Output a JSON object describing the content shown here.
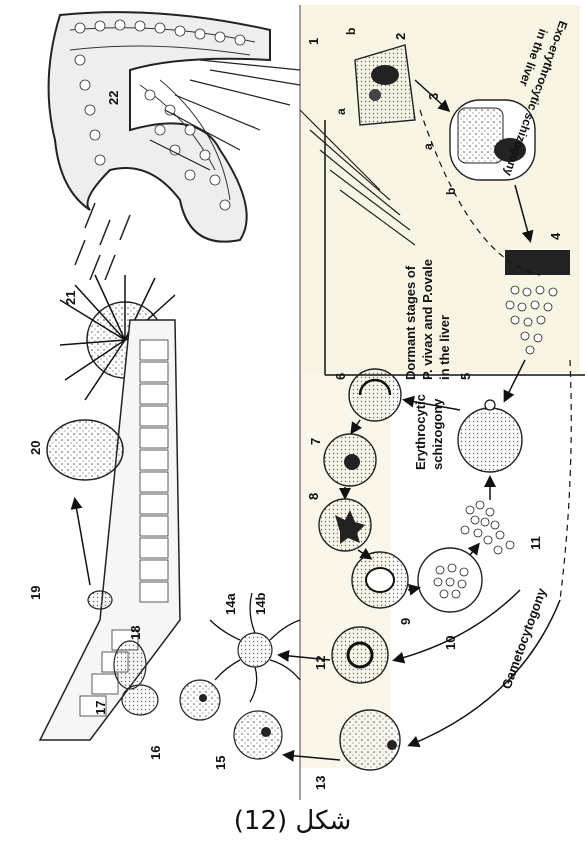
{
  "labels": {
    "n1": "1",
    "n2": "2",
    "n3": "3",
    "n4": "4",
    "n5": "5",
    "n6": "6",
    "n7": "7",
    "n8": "8",
    "n9": "9",
    "n10": "10",
    "n11": "11",
    "n12": "12",
    "n13": "13",
    "n14a": "14a",
    "n14b": "14b",
    "n15": "15",
    "n16": "16",
    "n17": "17",
    "n18": "18",
    "n19": "19",
    "n20": "20",
    "n21": "21",
    "n22": "22",
    "a1": "a",
    "b1": "b",
    "a2": "a",
    "b2": "b"
  },
  "text": {
    "exo_line1": "Exo-erythrocytic schizogony",
    "exo_line2": "in the liver",
    "dormant_line1": "Dormant stages of",
    "dormant_line2": "P. vivax and P.ovale",
    "dormant_line3": "in the liver",
    "ery_line1": "Erythrocytic",
    "ery_line2": "schizogony",
    "gameto": "Gametocytogony"
  },
  "caption": "شكل (12)"
}
